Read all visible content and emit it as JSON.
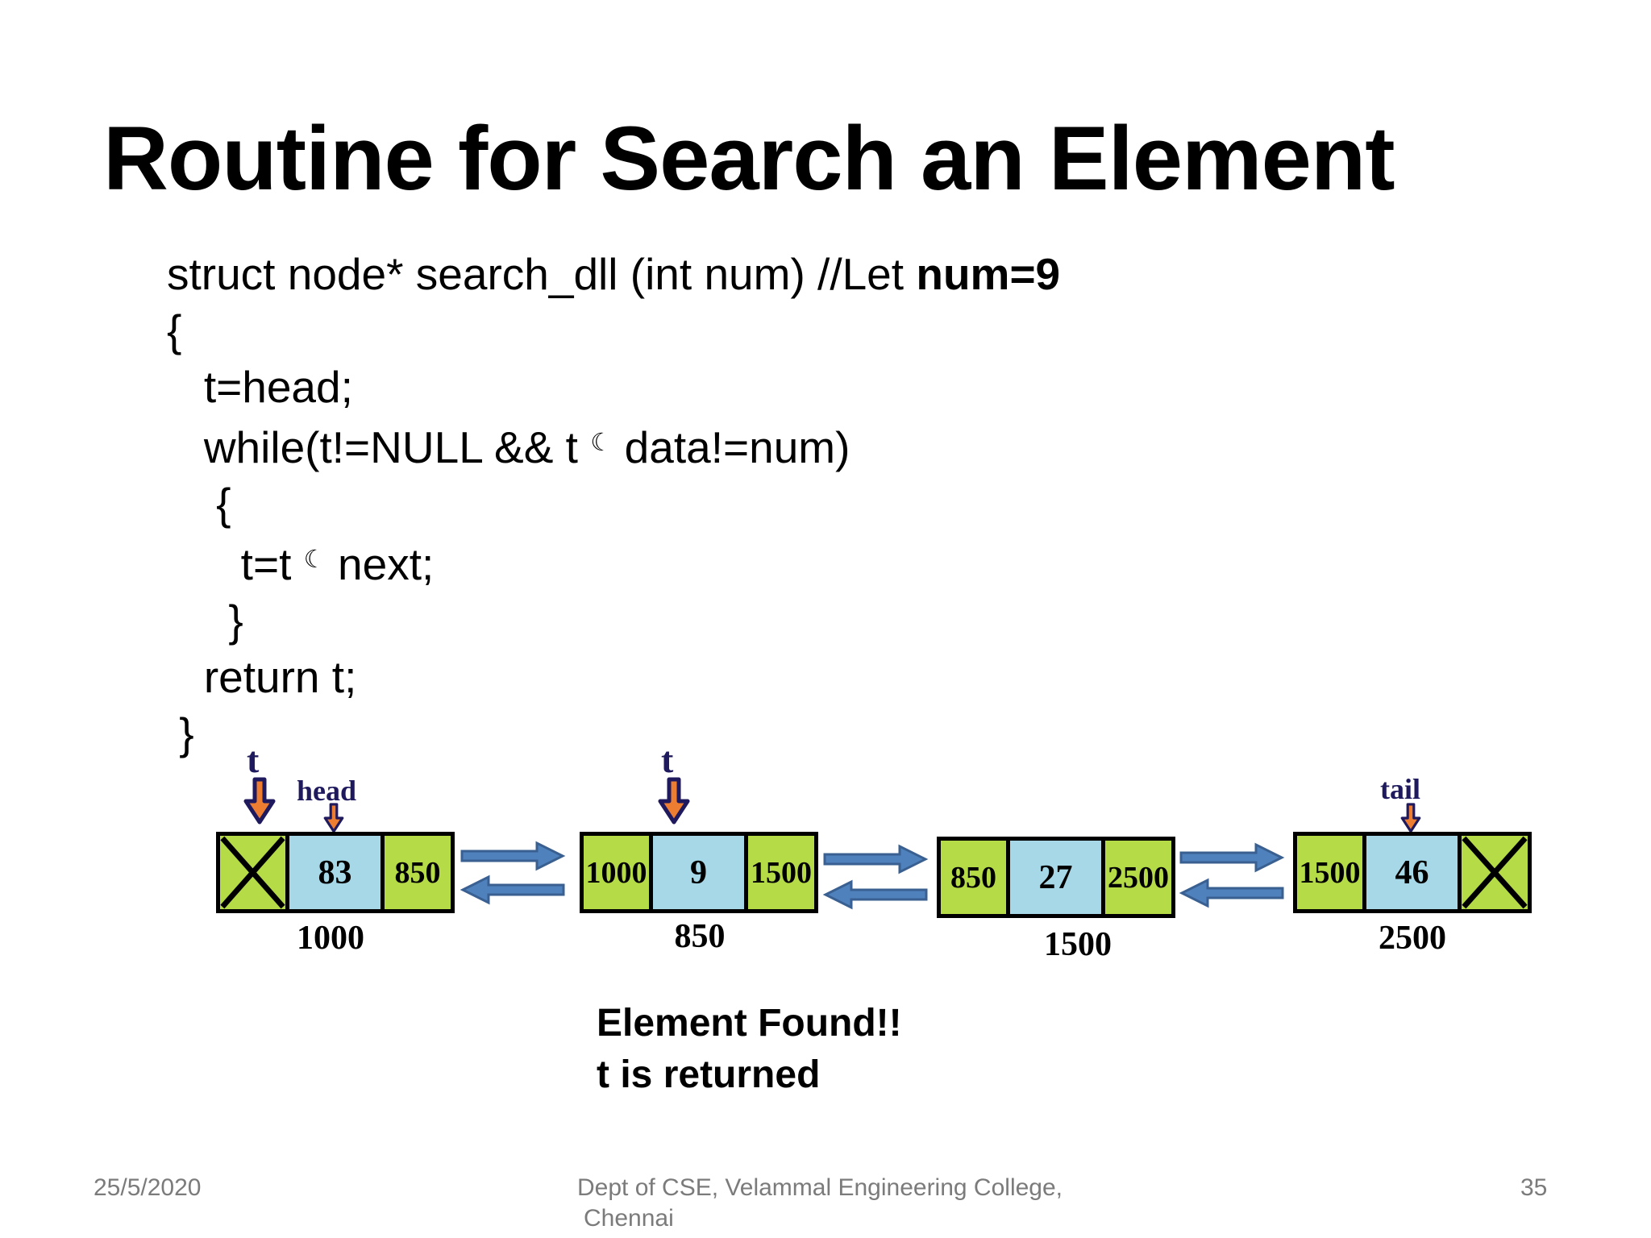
{
  "slide_title": "Routine for Search an Element",
  "code": {
    "lines": [
      {
        "segments": [
          {
            "text": "struct node* search_dll (int num) //Let ",
            "style": "plain"
          },
          {
            "text": "num=9",
            "style": "bold"
          }
        ]
      },
      {
        "segments": [
          {
            "text": "{",
            "style": "plain"
          }
        ]
      },
      {
        "segments": [
          {
            "text": "   t=head;",
            "style": "plain"
          }
        ]
      },
      {
        "segments": [
          {
            "text": "   while(t!=NULL && t ",
            "style": "plain"
          },
          {
            "text": "☾",
            "style": "pointer-glyph"
          },
          {
            "text": " data!=num)",
            "style": "plain"
          }
        ]
      },
      {
        "segments": [
          {
            "text": "    {",
            "style": "plain"
          }
        ]
      },
      {
        "segments": [
          {
            "text": "      t=t ",
            "style": "plain"
          },
          {
            "text": "☾",
            "style": "pointer-glyph"
          },
          {
            "text": " next;",
            "style": "plain"
          }
        ]
      },
      {
        "segments": [
          {
            "text": "     }",
            "style": "plain"
          }
        ]
      },
      {
        "segments": [
          {
            "text": "   return t;",
            "style": "plain"
          }
        ]
      },
      {
        "segments": [
          {
            "text": " }",
            "style": "plain"
          }
        ]
      }
    ]
  },
  "diagram": {
    "pointers": {
      "t1": "t",
      "head": "head",
      "t2": "t",
      "tail": "tail"
    },
    "nodes": [
      {
        "prev": "",
        "data": "83",
        "next": "850",
        "address": "1000"
      },
      {
        "prev": "1000",
        "data": "9",
        "next": "1500",
        "address": "850"
      },
      {
        "prev": "850",
        "data": "27",
        "next": "2500",
        "address": "1500"
      },
      {
        "prev": "1500",
        "data": "46",
        "next": "",
        "address": "2500"
      }
    ]
  },
  "annotation": {
    "line1": "Element Found!!",
    "line2": "t is returned"
  },
  "footer": {
    "date": "25/5/2020",
    "department": "Dept of CSE, Velammal Engineering College,",
    "city": "Chennai",
    "page_number": "35"
  },
  "colors": {
    "cell_green": "#b5dc46",
    "cell_blue": "#a6d8e7",
    "node_border": "#000000",
    "link_arrow_fill": "#4f81bd",
    "link_arrow_stroke": "#3a6091",
    "pointer_arrow_fill": "#ed7d31",
    "pointer_label_navy": "#1f1a5e",
    "footer_gray": "#7b7b7b",
    "text_black": "#000000"
  }
}
